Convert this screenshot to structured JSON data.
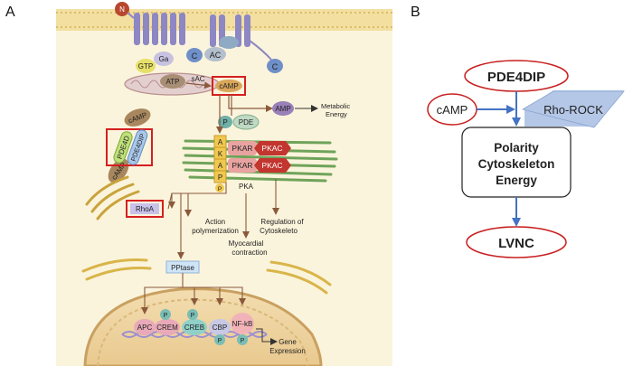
{
  "panel_a": {
    "letter": "A",
    "membrane": {
      "n": "N",
      "ga": "Ga",
      "gtp": "GTP",
      "c_left": "C",
      "ac": "AC",
      "c_right": "C",
      "atp": "ATP",
      "sac": "sAC",
      "camp": "cAMP",
      "amp": "AMP",
      "metabolic": "Metabolic",
      "energy": "Energy",
      "p": "P",
      "pde": "PDE"
    },
    "akap": {
      "letters": [
        "A",
        "K",
        "A",
        "P"
      ],
      "p_mark": "P",
      "pkar_top": "PKAR",
      "pkac_top": "PKAC",
      "pkar_bottom": "PKAR",
      "pkac_bottom": "PKAC",
      "pka": "PKA"
    },
    "left_cluster": {
      "camp_top": "cAMP",
      "pde4d": "PDE4D",
      "pde4dip": "PDE4DIP",
      "camp_bottom": "cAMP"
    },
    "rhoa": "RhoA",
    "outputs": {
      "action_1": "Action",
      "action_2": "polymerization",
      "myocardial_1": "Myocardial",
      "myocardial_2": "contraction",
      "regulation_1": "Regulation of",
      "regulation_2": "Cytoskeleto"
    },
    "pptase": "PPtase",
    "nucleus": {
      "apc": "APC",
      "crem": "CREM",
      "creb": "CREB",
      "cbp": "CBP",
      "nfkb": "NF-kB",
      "p_marks": [
        "P",
        "P",
        "P",
        "P"
      ],
      "gene_1": "Gene",
      "gene_2": "Expression"
    }
  },
  "panel_b": {
    "letter": "B",
    "pde4dip": "PDE4DIP",
    "camp": "cAMP",
    "rho_rock": "Rho-ROCK",
    "box_line1": "Polarity",
    "box_line2": "Cytoskeleton",
    "box_line3": "Energy",
    "lvnc": "LVNC"
  },
  "colors": {
    "membrane": "#f3dfa0",
    "cell_bg": "#fbf4dc",
    "receptor": "#8d87c4",
    "highlight_red": "#d42020",
    "pkar": "#e8a3a0",
    "pkac": "#c2362f",
    "akap": "#f0c850",
    "filament": "#6fa35a",
    "pptase": "#cfe4f6",
    "b_arrow": "#4472c4",
    "b_ellipse": "#c81f1f",
    "b_diamond": "#b4c7e7"
  }
}
